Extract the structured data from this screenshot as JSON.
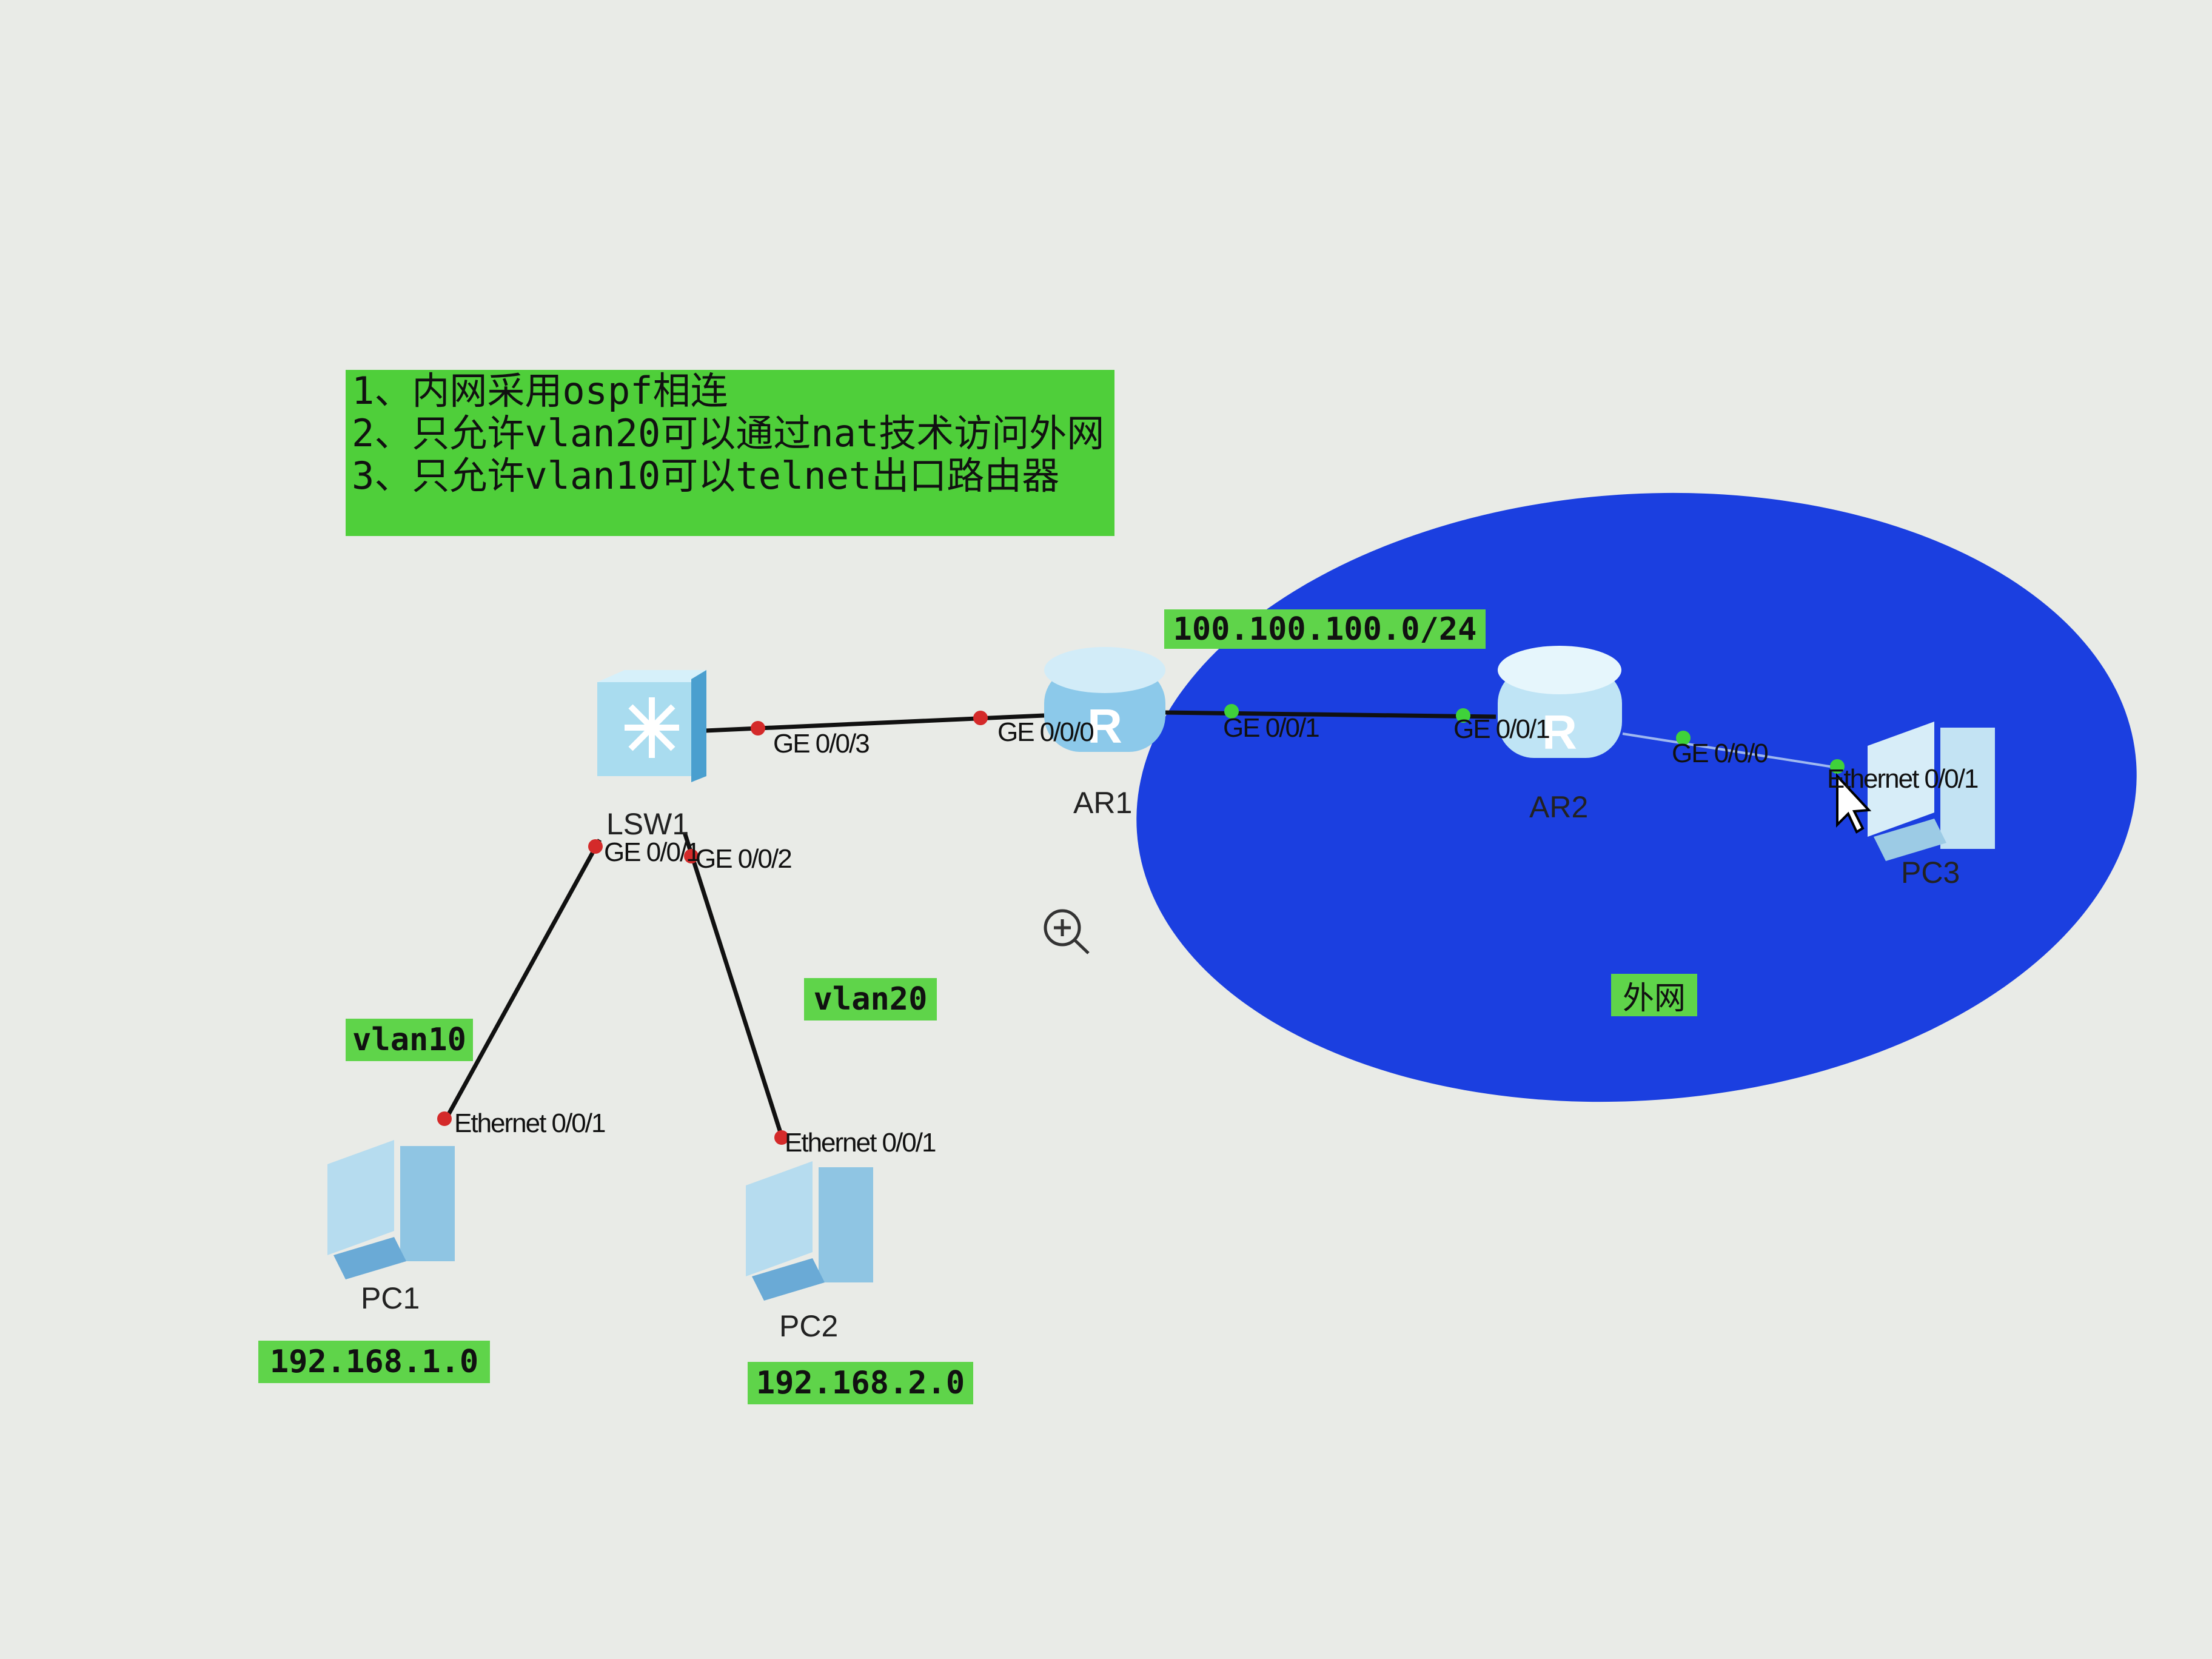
{
  "note": {
    "lines": [
      "1、内网采用ospf相连",
      "2、只允许vlan20可以通过nat技术访问外网",
      "3、只允许vlan10可以telnet出口路由器"
    ]
  },
  "region": {
    "label": "外网",
    "color": "#1b3fe0"
  },
  "subnet_label": "100.100.100.0/24",
  "vlan_labels": {
    "vlan10": "vlan10",
    "vlan20": "vlan20"
  },
  "network_labels": {
    "pc1": "192.168.1.0",
    "pc2": "192.168.2.0"
  },
  "devices": {
    "lsw1": "LSW1",
    "ar1": "AR1",
    "ar2": "AR2",
    "pc1": "PC1",
    "pc2": "PC2",
    "pc3": "PC3"
  },
  "ports": {
    "lsw1_ge003": "GE 0/0/3",
    "ar1_ge000": "GE 0/0/0",
    "ar1_ge001": "GE 0/0/1",
    "ar2_ge001": "GE 0/0/1",
    "ar2_ge000": "GE 0/0/0",
    "pc3_eth": "Ethernet 0/0/1",
    "lsw1_ge001": "GE 0/0/1",
    "lsw1_ge002": "GE 0/0/2",
    "pc1_eth": "Ethernet 0/0/1",
    "pc2_eth": "Ethernet 0/0/1"
  },
  "colors": {
    "port_down": "#d42a2a",
    "port_up": "#3fd23a",
    "label_bg": "#5fd44a"
  }
}
